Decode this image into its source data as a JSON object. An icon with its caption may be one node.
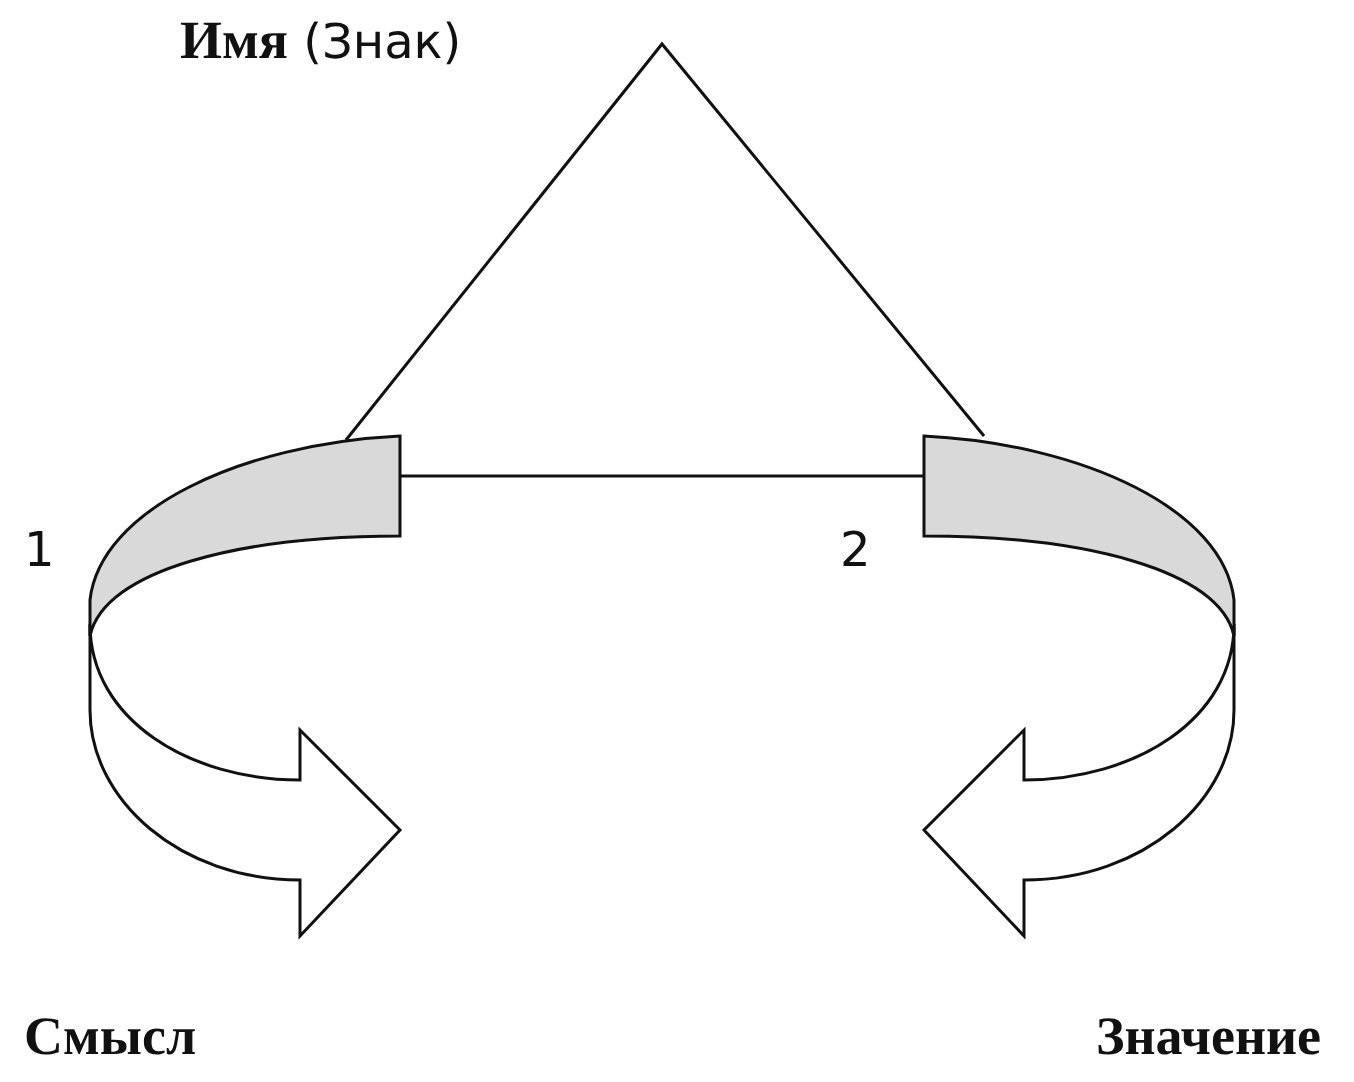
{
  "diagram": {
    "labels": [
      "**Имя** (Знак)",
      "1",
      "2",
      "Смысл",
      "Значение"
    ]
  }
}
